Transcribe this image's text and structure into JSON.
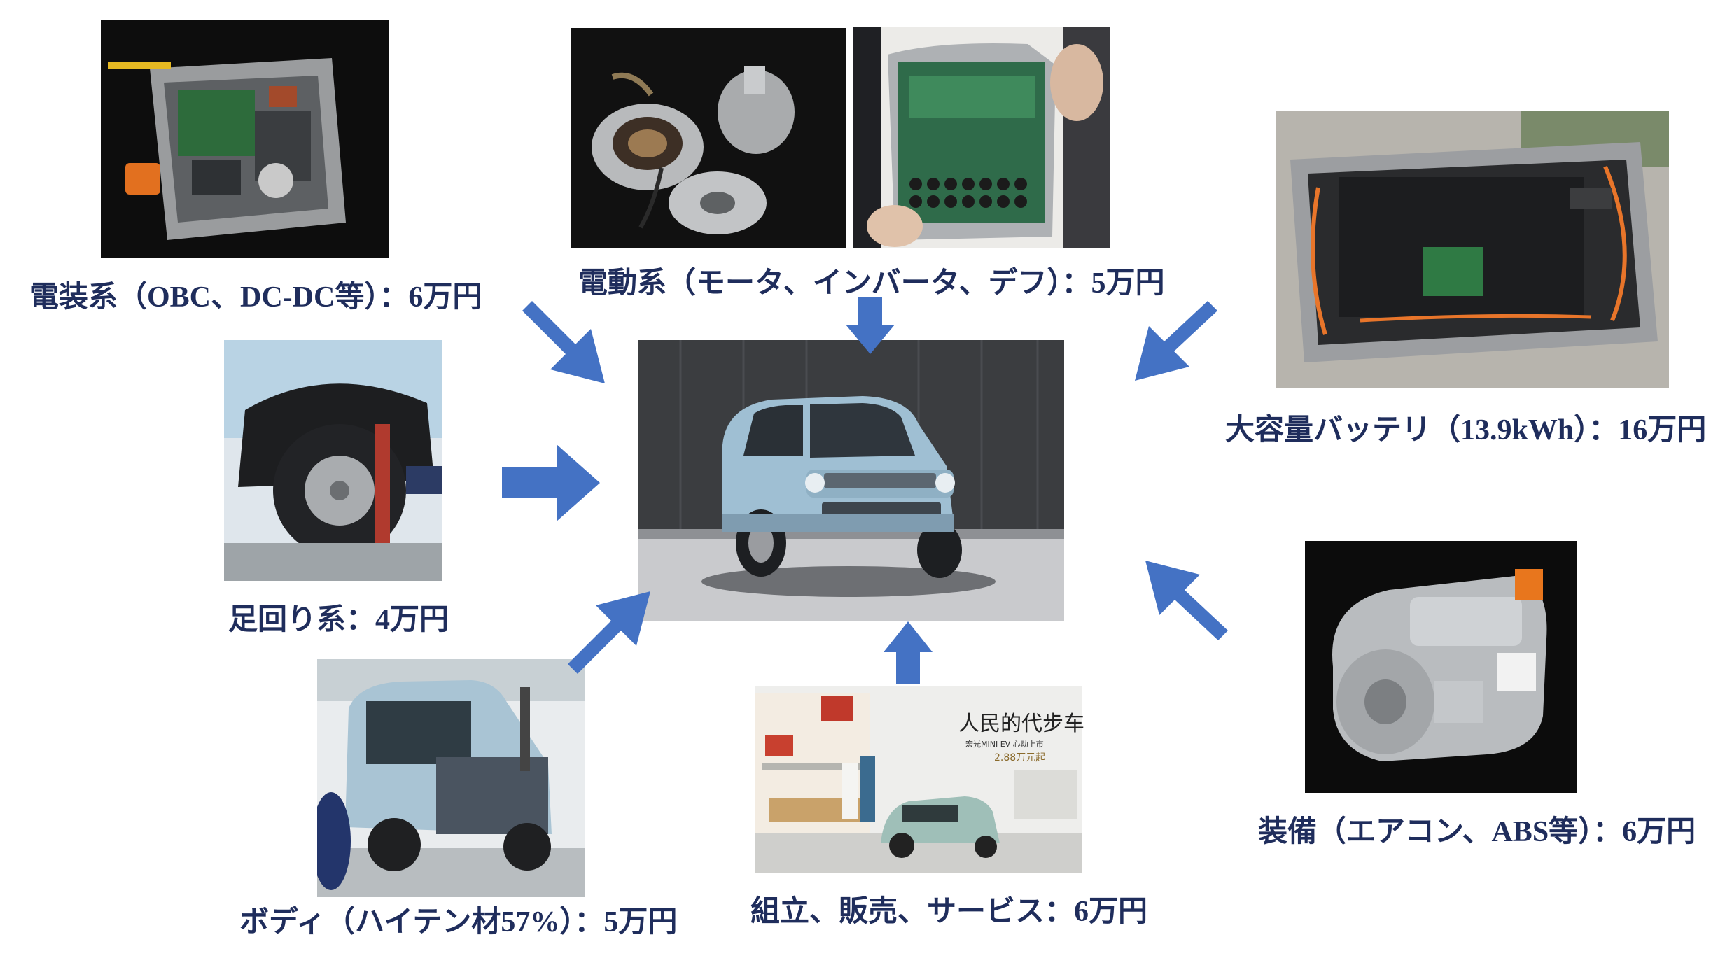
{
  "center": {
    "photo": "car-photo"
  },
  "components": [
    {
      "id": "electrical",
      "label": "電装系（OBC、DC-DC等）：6万円",
      "photo": "onboard-charger-photo"
    },
    {
      "id": "drivetrain",
      "label": "電動系（モータ、インバータ、デフ）：5万円",
      "photo": "motor-and-inverter-photo"
    },
    {
      "id": "battery",
      "label": "大容量バッテリ（13.9kWh）：16万円",
      "photo": "battery-pack-photo"
    },
    {
      "id": "suspension",
      "label": "足回り系：4万円",
      "photo": "wheel-suspension-photo"
    },
    {
      "id": "equipment",
      "label": "装備（エアコン、ABS等）：6万円",
      "photo": "air-conditioner-compressor-photo"
    },
    {
      "id": "body",
      "label": "ボディ（ハイテン材57%）：5万円",
      "photo": "car-body-photo"
    },
    {
      "id": "assembly",
      "label": "組立、販売、サービス：6万円",
      "photo": "advertisement-photo"
    }
  ],
  "ad_text": {
    "headline": "人民的代步车",
    "subline": "宏光MINI EV 心动上市",
    "price": "2.88万元起"
  },
  "colors": {
    "label_text": "#1f2d5c",
    "arrow": "#4472c4",
    "car_body": "#9fbfd3"
  }
}
